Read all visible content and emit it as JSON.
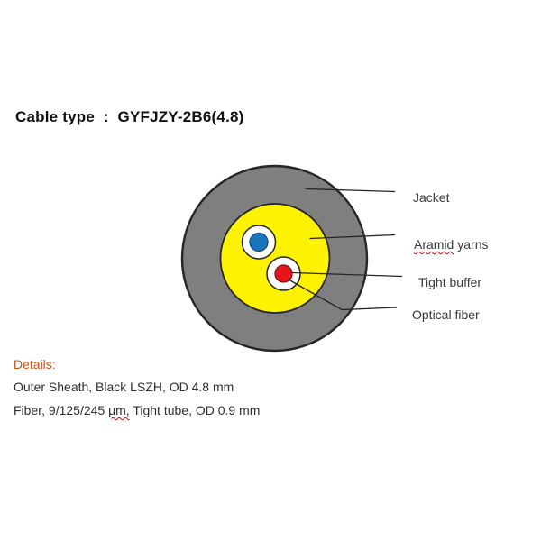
{
  "title": {
    "text": "Cable type  :  GYFJZY-2B6(4.8)"
  },
  "diagram": {
    "description": "cable-cross-section",
    "colors": {
      "jacket": "#7f7f7f",
      "aramid_yarns": "#fdf300",
      "buffer_white": "#ffffff",
      "fiber_blue": "#1c74bc",
      "fiber_red": "#e8131c",
      "outline": "#262626",
      "blue_outline": "#0d4d80",
      "red_outline": "#7b0f12"
    }
  },
  "callouts": {
    "jacket": {
      "text": "Jacket"
    },
    "aramid": {
      "word": "Aramid",
      "rest": " yarns"
    },
    "tight_buffer": {
      "text": "Tight buffer"
    },
    "optical_fiber": {
      "text": "Optical fiber"
    }
  },
  "details": {
    "heading": "Details:",
    "heading_color": "#c35214",
    "line1": "Outer Sheath, Black LSZH, OD 4.8 mm",
    "line2_pre": "Fiber, 9/125/245 ",
    "line2_unit": "μm,",
    "line2_post": " Tight tube, OD 0.9 mm"
  }
}
